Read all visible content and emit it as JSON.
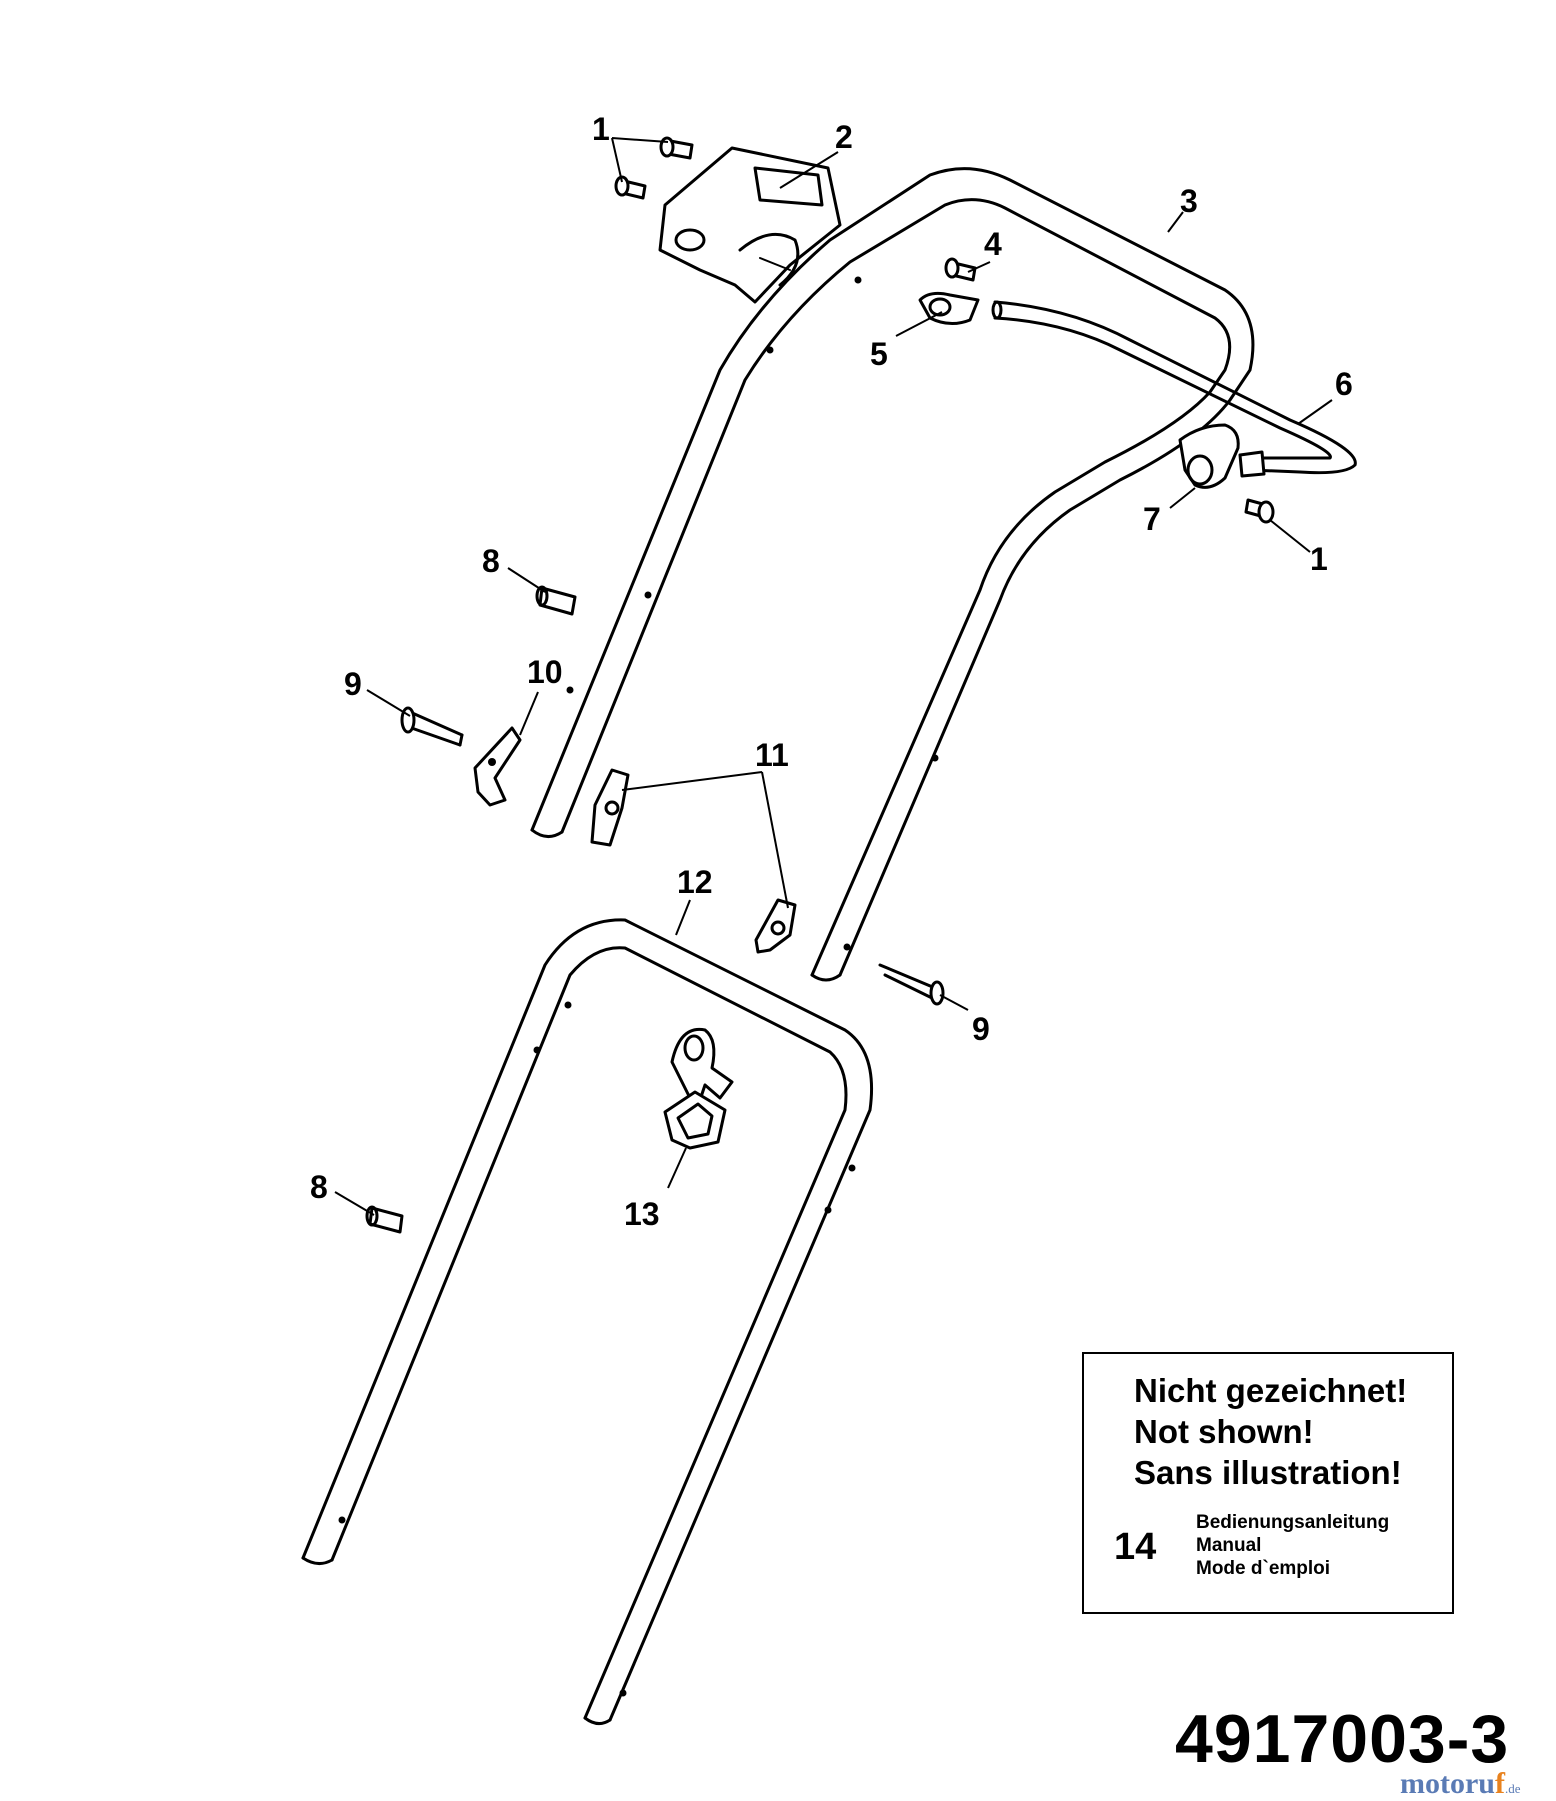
{
  "parts": [
    {
      "id": "p1a",
      "label": "1"
    },
    {
      "id": "p2",
      "label": "2"
    },
    {
      "id": "p3",
      "label": "3"
    },
    {
      "id": "p4",
      "label": "4"
    },
    {
      "id": "p5",
      "label": "5"
    },
    {
      "id": "p6",
      "label": "6"
    },
    {
      "id": "p7",
      "label": "7"
    },
    {
      "id": "p1b",
      "label": "1"
    },
    {
      "id": "p8a",
      "label": "8"
    },
    {
      "id": "p9a",
      "label": "9"
    },
    {
      "id": "p10",
      "label": "10"
    },
    {
      "id": "p11",
      "label": "11"
    },
    {
      "id": "p12",
      "label": "12"
    },
    {
      "id": "p9b",
      "label": "9"
    },
    {
      "id": "p13",
      "label": "13"
    },
    {
      "id": "p8b",
      "label": "8"
    }
  ],
  "note": {
    "line1": "Nicht gezeichnet!",
    "line2": "Not shown!",
    "line3": "Sans illustration!",
    "item_number": "14",
    "item_de": "Bedienungsanleitung",
    "item_en": "Manual",
    "item_fr": "Mode d`emploi"
  },
  "drawing_number": "4917003-3",
  "watermark": {
    "main": "motoru",
    "accent": "f",
    "suffix": ".de"
  },
  "colors": {
    "line": "#000000",
    "watermark_blue": "#5a7bb5",
    "watermark_orange": "#e8821e"
  }
}
